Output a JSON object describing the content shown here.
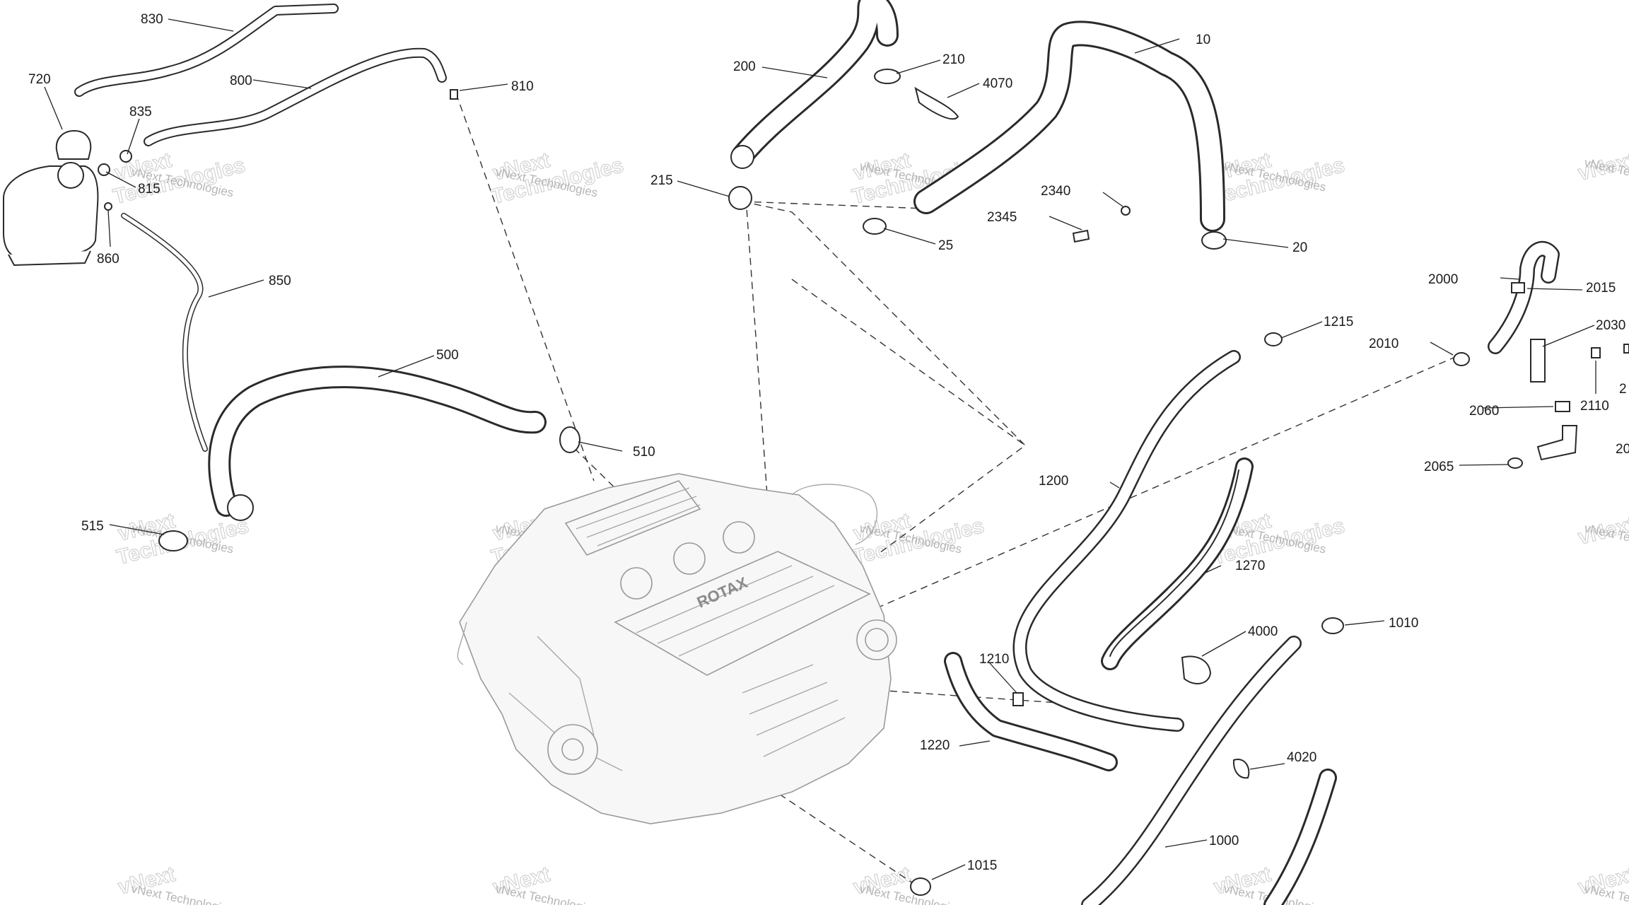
{
  "engine": {
    "brand_label": "ROTAX"
  },
  "watermark": {
    "top_text": "vNext",
    "main_text": "Technologies",
    "small_text": "vNext Technologies"
  },
  "callouts": [
    {
      "id": "c830",
      "label": "830"
    },
    {
      "id": "c720",
      "label": "720"
    },
    {
      "id": "c800",
      "label": "800"
    },
    {
      "id": "c810",
      "label": "810"
    },
    {
      "id": "c835",
      "label": "835"
    },
    {
      "id": "c815",
      "label": "815"
    },
    {
      "id": "c860",
      "label": "860"
    },
    {
      "id": "c850",
      "label": "850"
    },
    {
      "id": "c500",
      "label": "500"
    },
    {
      "id": "c510",
      "label": "510"
    },
    {
      "id": "c515",
      "label": "515"
    },
    {
      "id": "c200",
      "label": "200"
    },
    {
      "id": "c210",
      "label": "210"
    },
    {
      "id": "c4070",
      "label": "4070"
    },
    {
      "id": "c215",
      "label": "215"
    },
    {
      "id": "c10",
      "label": "10"
    },
    {
      "id": "c2340",
      "label": "2340"
    },
    {
      "id": "c2345",
      "label": "2345"
    },
    {
      "id": "c25",
      "label": "25"
    },
    {
      "id": "c20",
      "label": "20"
    },
    {
      "id": "c2000",
      "label": "2000"
    },
    {
      "id": "c2015",
      "label": "2015"
    },
    {
      "id": "c2030",
      "label": "2030"
    },
    {
      "id": "c2_partial",
      "label": "2"
    },
    {
      "id": "c2010",
      "label": "2010"
    },
    {
      "id": "c1215",
      "label": "1215"
    },
    {
      "id": "c2110",
      "label": "2110"
    },
    {
      "id": "c2060",
      "label": "2060"
    },
    {
      "id": "c2065",
      "label": "2065"
    },
    {
      "id": "c20_partial",
      "label": "20"
    },
    {
      "id": "c1200",
      "label": "1200"
    },
    {
      "id": "c1270",
      "label": "1270"
    },
    {
      "id": "c1010",
      "label": "1010"
    },
    {
      "id": "c4000",
      "label": "4000"
    },
    {
      "id": "c1210",
      "label": "1210"
    },
    {
      "id": "c1220",
      "label": "1220"
    },
    {
      "id": "c4020",
      "label": "4020"
    },
    {
      "id": "c1000",
      "label": "1000"
    },
    {
      "id": "c1015",
      "label": "1015"
    }
  ]
}
